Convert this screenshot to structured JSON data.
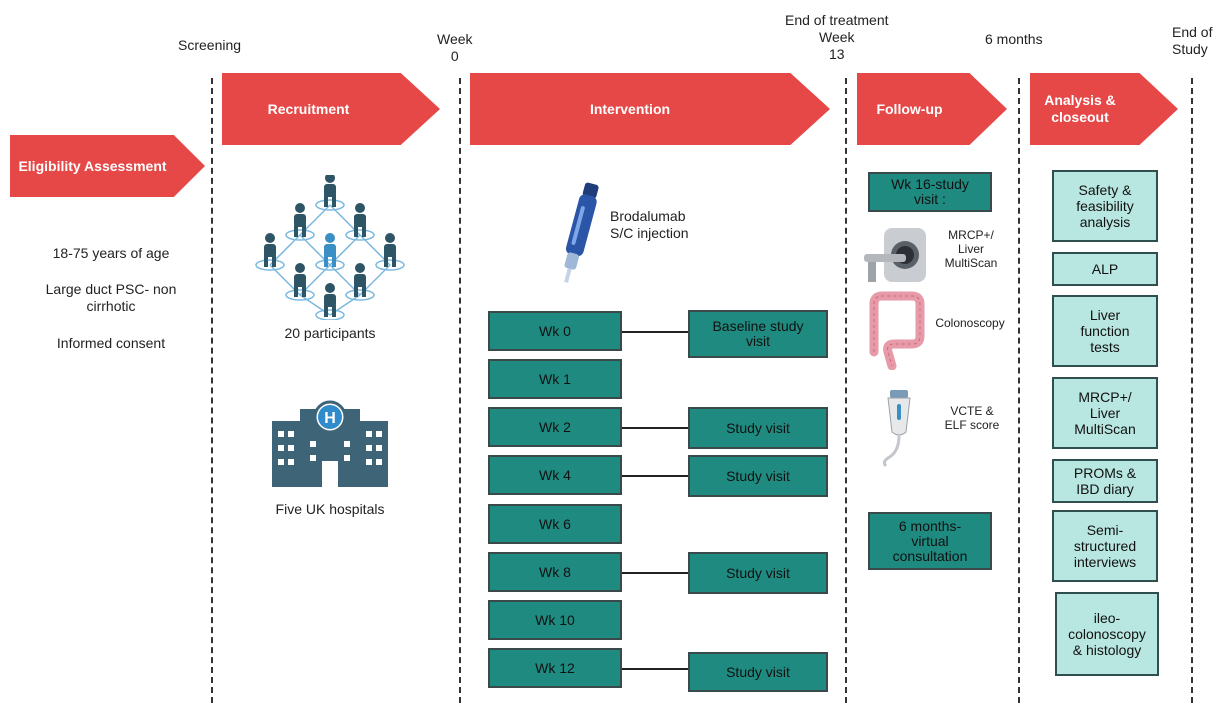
{
  "timeline": {
    "screening": "Screening",
    "week0": "Week\n0",
    "end_treatment": "End of treatment\nWeek\n13",
    "six_months": "6 months",
    "end_study": "End of\nStudy"
  },
  "phases": {
    "eligibility": "Eligibility Assessment",
    "recruitment": "Recruitment",
    "intervention": "Intervention",
    "followup": "Follow-up",
    "analysis": "Analysis &\ncloseout"
  },
  "eligibility": {
    "criteria": [
      "18-75 years of age",
      "Large duct PSC- non\ncirrhotic",
      "Informed consent"
    ]
  },
  "recruitment": {
    "participants": "20 participants",
    "hospitals": "Five UK hospitals",
    "hospital_badge": "H"
  },
  "intervention": {
    "drug": "Brodalumab\nS/C injection",
    "weeks": [
      "Wk 0",
      "Wk 1",
      "Wk 2",
      "Wk 4",
      "Wk 6",
      "Wk 8",
      "Wk 10",
      "Wk 12"
    ],
    "visits": [
      "Baseline study\nvisit",
      "Study visit",
      "Study visit",
      "Study visit",
      "Study visit"
    ]
  },
  "followup": {
    "wk16": "Wk 16-study\nvisit :",
    "mrcp": "MRCP+/\nLiver\nMultiScan",
    "colonoscopy": "Colonoscopy",
    "vcte": "VCTE &\nELF score",
    "virtual": "6  months-\nvirtual\nconsultation"
  },
  "analysis": {
    "items": [
      "Safety &\nfeasibility\nanalysis",
      "ALP",
      "Liver\nfunction\ntests",
      "MRCP+/\nLiver\nMultiScan",
      "PROMs &\nIBD diary",
      "Semi-\nstructured\ninterviews",
      "ileo-\ncolonoscopy\n& histology"
    ]
  },
  "colors": {
    "arrow": "#e64848",
    "week_box": "#1f8a80",
    "analysis_box": "#b8e6e0",
    "person": "#2e5566",
    "person_highlight": "#3a8fc4"
  }
}
